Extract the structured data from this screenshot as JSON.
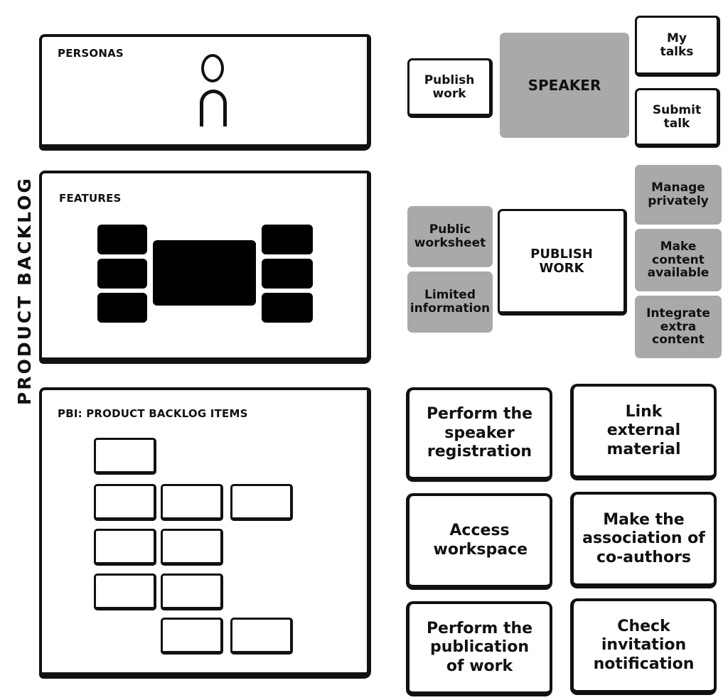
{
  "side_title": "PRODUCT BACKLOG BUILDING",
  "panels": {
    "personas": "PERSONAS",
    "features": "FEATURES",
    "pbi": "PBI: PRODUCT BACKLOG ITEMS"
  },
  "persona_map": {
    "center": "SPEAKER",
    "publish_work": "Publish work",
    "my_talks": "My talks",
    "submit_talk": "Submit talk"
  },
  "feature_map": {
    "center": "PUBLISH WORK",
    "public_worksheet": "Public worksheet",
    "limited_information": "Limited information",
    "manage_privately": "Manage privately",
    "make_content_available": "Make content available",
    "integrate_extra_content": "Integrate extra content"
  },
  "pbi_items": [
    "Perform the speaker registration",
    "Link external material",
    "Access workspace",
    "Make the association of co-authors",
    "Perform the publication of work",
    "Check invitation notification"
  ],
  "colors": {
    "gray_card": "#a9a9a9",
    "ink": "#111111",
    "background": "#ffffff"
  }
}
